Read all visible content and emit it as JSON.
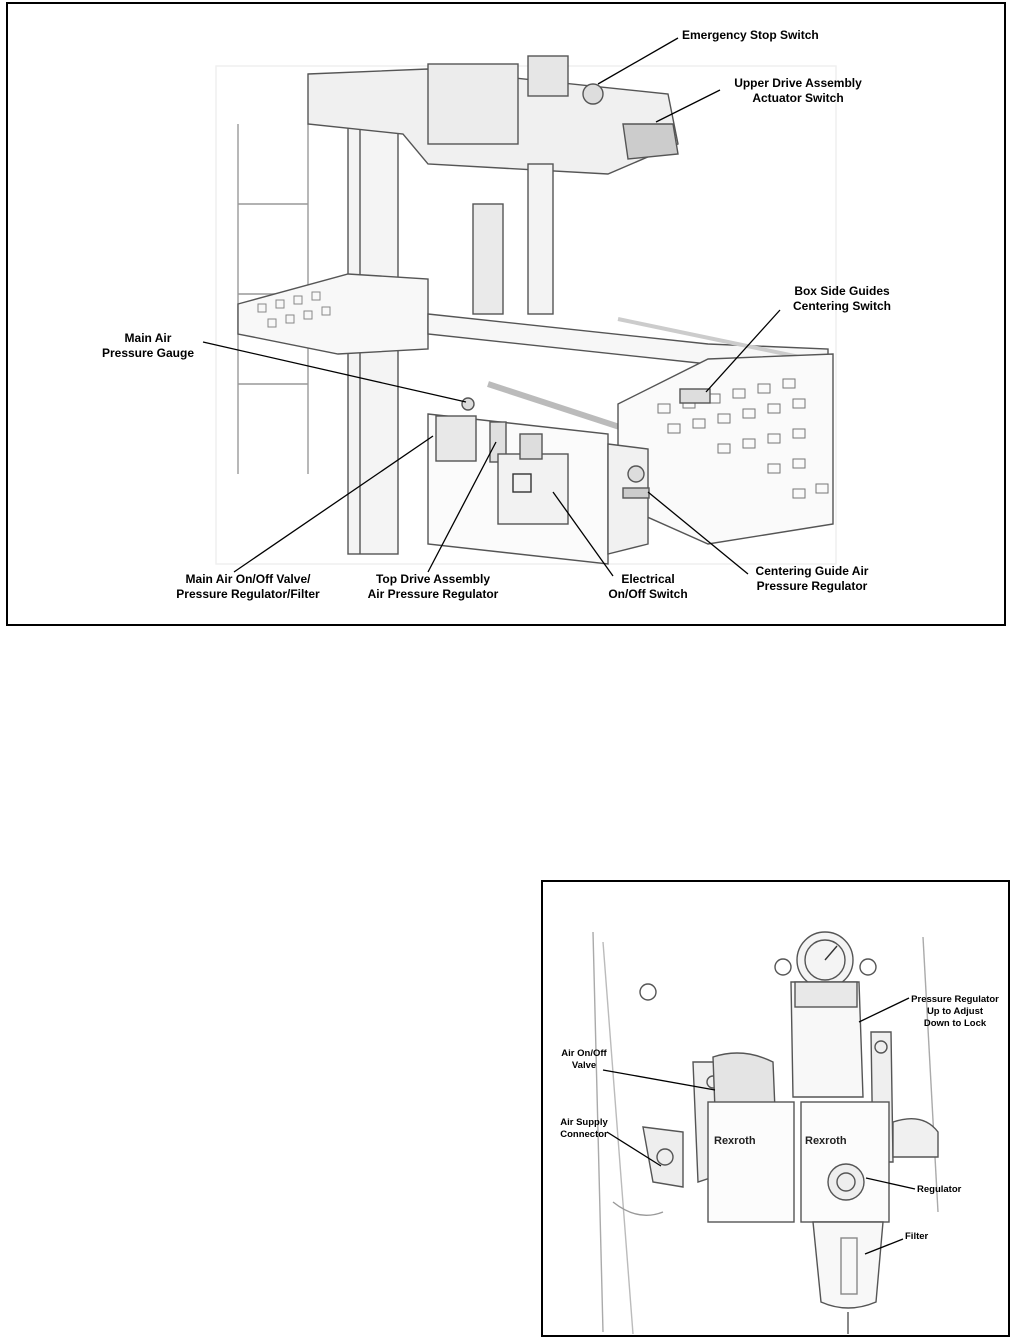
{
  "figure1": {
    "labels": {
      "emergency_stop": "Emergency Stop Switch",
      "upper_drive_l1": "Upper Drive Assembly",
      "upper_drive_l2": "Actuator Switch",
      "box_side_l1": "Box Side Guides",
      "box_side_l2": "Centering Switch",
      "main_gauge_l1": "Main Air",
      "main_gauge_l2": "Pressure Gauge",
      "main_valve_l1": "Main Air On/Off Valve/",
      "main_valve_l2": "Pressure Regulator/Filter",
      "top_drive_l1": "Top Drive Assembly",
      "top_drive_l2": "Air Pressure Regulator",
      "electrical_l1": "Electrical",
      "electrical_l2": "On/Off Switch",
      "centering_reg_l1": "Centering Guide Air",
      "centering_reg_l2": "Pressure Regulator"
    }
  },
  "figure2": {
    "brand": "Rexroth",
    "labels": {
      "pressure_reg_l1": "Pressure Regulator",
      "pressure_reg_l2": "Up to Adjust",
      "pressure_reg_l3": "Down to Lock",
      "air_valve_l1": "Air On/Off",
      "air_valve_l2": "Valve",
      "air_supply_l1": "Air Supply",
      "air_supply_l2": "Connector",
      "regulator": "Regulator",
      "filter": "Filter"
    }
  }
}
